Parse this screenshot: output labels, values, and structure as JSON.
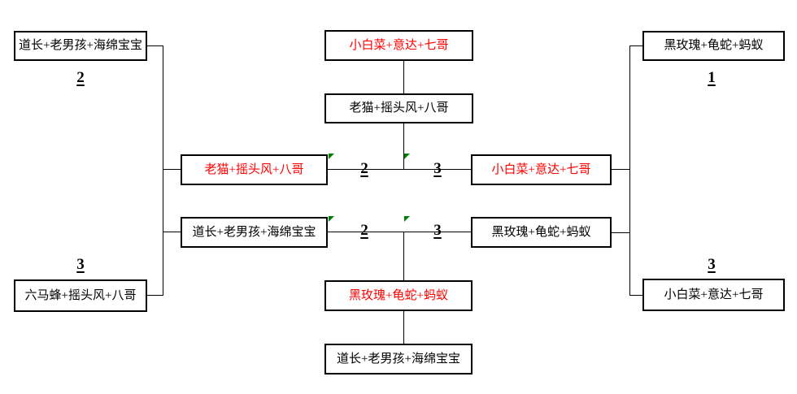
{
  "colors": {
    "background": "#ffffff",
    "line": "#000000",
    "team_text": "#000000",
    "winner_text": "#ff0000",
    "flag_green": "#008000"
  },
  "teams": [
    "道长+老男孩+海绵宝宝",
    "六马蜂+摇头风+八哥",
    "老猫+摇头风+八哥",
    "小白菜+意达+七哥",
    "黑玫瑰+龟蛇+蚂蚁"
  ],
  "boxes": [
    {
      "id": "left-top",
      "label": "道长+老男孩+海绵宝宝",
      "winner": false
    },
    {
      "id": "left-bottom",
      "label": "六马蜂+摇头风+八哥",
      "winner": false
    },
    {
      "id": "mid-left-upper",
      "label": "老猫+摇头风+八哥",
      "winner": true
    },
    {
      "id": "mid-left-lower",
      "label": "道长+老男孩+海绵宝宝",
      "winner": false
    },
    {
      "id": "center-top",
      "label": "小白菜+意达+七哥",
      "winner": true
    },
    {
      "id": "center-upper",
      "label": "老猫+摇头风+八哥",
      "winner": false
    },
    {
      "id": "mid-right-upper",
      "label": "小白菜+意达+七哥",
      "winner": true
    },
    {
      "id": "mid-right-lower",
      "label": "黑玫瑰+龟蛇+蚂蚁",
      "winner": false
    },
    {
      "id": "center-lower",
      "label": "黑玫瑰+龟蛇+蚂蚁",
      "winner": true
    },
    {
      "id": "center-bottom",
      "label": "道长+老男孩+海绵宝宝",
      "winner": false
    },
    {
      "id": "right-top",
      "label": "黑玫瑰+龟蛇+蚂蚁",
      "winner": false
    },
    {
      "id": "right-bottom",
      "label": "小白菜+意达+七哥",
      "winner": false
    }
  ],
  "scores": [
    {
      "id": "left-top",
      "value": "2"
    },
    {
      "id": "left-bottom",
      "value": "3"
    },
    {
      "id": "right-top",
      "value": "1"
    },
    {
      "id": "right-bottom",
      "value": "3"
    },
    {
      "id": "match1-left",
      "value": "2"
    },
    {
      "id": "match1-right",
      "value": "3"
    },
    {
      "id": "match2-left",
      "value": "2"
    },
    {
      "id": "match2-right",
      "value": "3"
    }
  ]
}
